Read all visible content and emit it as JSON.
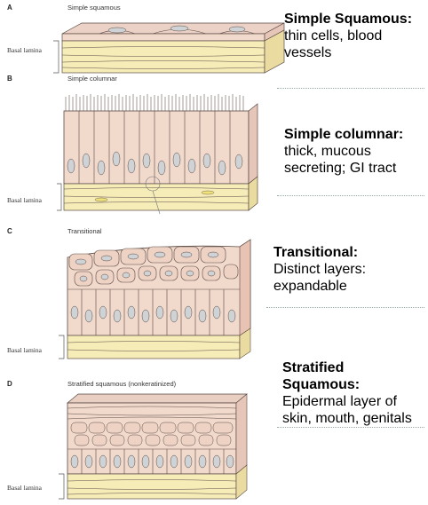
{
  "panels": [
    {
      "letter": "A",
      "title": "Simple squamous"
    },
    {
      "letter": "B",
      "title": "Simple columnar"
    },
    {
      "letter": "C",
      "title": "Transitional"
    },
    {
      "letter": "D",
      "title": "Stratified squamous (nonkeratinized)"
    }
  ],
  "basal_label": "Basal lamina",
  "descriptions": [
    {
      "term": "Simple Squamous:",
      "text": " thin cells, blood vessels"
    },
    {
      "term": "Simple columnar:",
      "text": " thick, mucous secreting; GI tract"
    },
    {
      "term": "Transitional:",
      "text": "Distinct layers: expandable"
    },
    {
      "term": "Stratified Squamous:",
      "text": "Epidermal layer of skin, mouth, genitals"
    }
  ],
  "colors": {
    "cell": "#f1d9cc",
    "nucleus": "#cfd3d6",
    "lamina": "#f5ecb8",
    "outline": "#5a4a44"
  }
}
